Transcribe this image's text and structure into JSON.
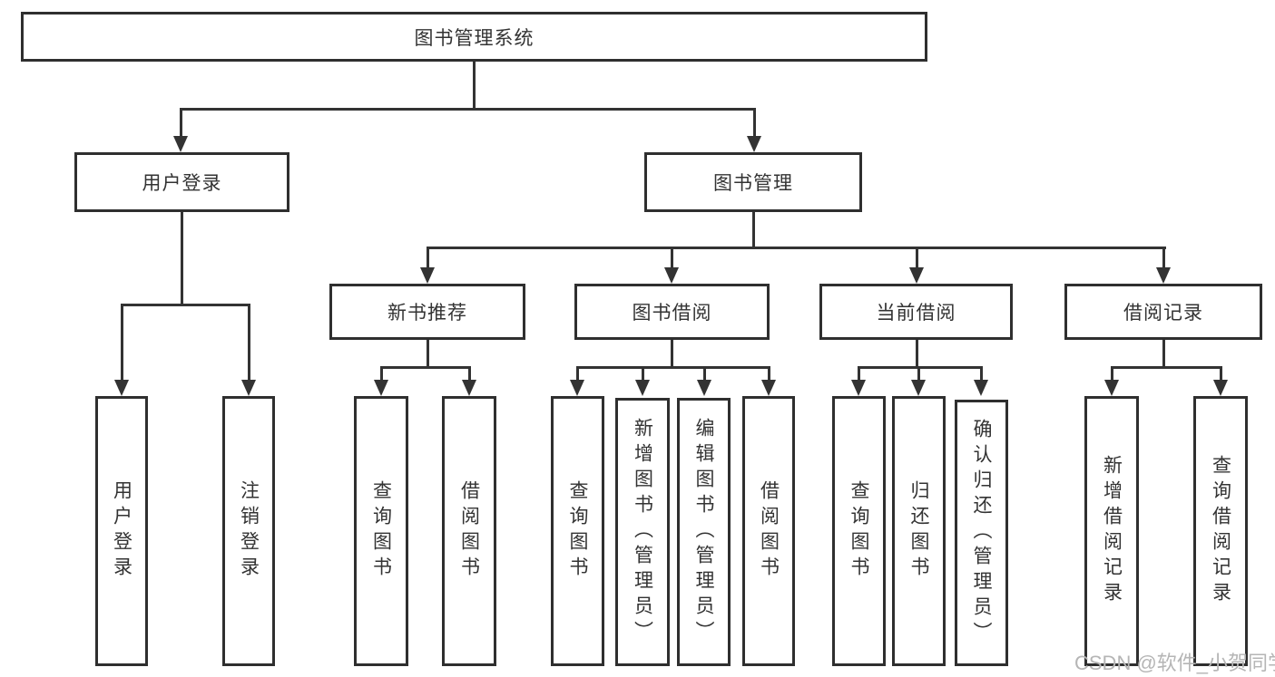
{
  "diagram": {
    "type": "hierarchy-tree",
    "watermark": "CSDN @软件_小贺同学",
    "colors": {
      "background": "#ffffff",
      "line": "#333333",
      "box_border": "#2f2f2f",
      "text": "#333333",
      "watermark_text": "#b5b5b5"
    },
    "nodes": {
      "root": {
        "label": "图书管理系统"
      },
      "user_login": {
        "label": "用户登录"
      },
      "book_mgmt": {
        "label": "图书管理"
      },
      "new_book_rec": {
        "label": "新书推荐"
      },
      "book_borrow": {
        "label": "图书借阅"
      },
      "current_borrow": {
        "label": "当前借阅"
      },
      "borrow_records": {
        "label": "借阅记录"
      },
      "leaf_user_login": {
        "label": "用户登录"
      },
      "leaf_logout": {
        "label": "注销登录"
      },
      "leaf_nb_query": {
        "label": "查询图书"
      },
      "leaf_nb_borrow": {
        "label": "借阅图书"
      },
      "leaf_bb_query": {
        "label": "查询图书"
      },
      "leaf_bb_add": {
        "label": "新增图书（管理员）"
      },
      "leaf_bb_edit": {
        "label": "编辑图书（管理员）"
      },
      "leaf_bb_borrow": {
        "label": "借阅图书"
      },
      "leaf_cb_query": {
        "label": "查询图书"
      },
      "leaf_cb_return": {
        "label": "归还图书"
      },
      "leaf_cb_confirm": {
        "label": "确认归还（管理员）"
      },
      "leaf_br_add": {
        "label": "新增借阅记录"
      },
      "leaf_br_query": {
        "label": "查询借阅记录"
      }
    },
    "structure": {
      "图书管理系统": {
        "用户登录": [
          "用户登录",
          "注销登录"
        ],
        "图书管理": {
          "新书推荐": [
            "查询图书",
            "借阅图书"
          ],
          "图书借阅": [
            "查询图书",
            "新增图书（管理员）",
            "编辑图书（管理员）",
            "借阅图书"
          ],
          "当前借阅": [
            "查询图书",
            "归还图书",
            "确认归还（管理员）"
          ],
          "借阅记录": [
            "新增借阅记录",
            "查询借阅记录"
          ]
        }
      }
    }
  }
}
